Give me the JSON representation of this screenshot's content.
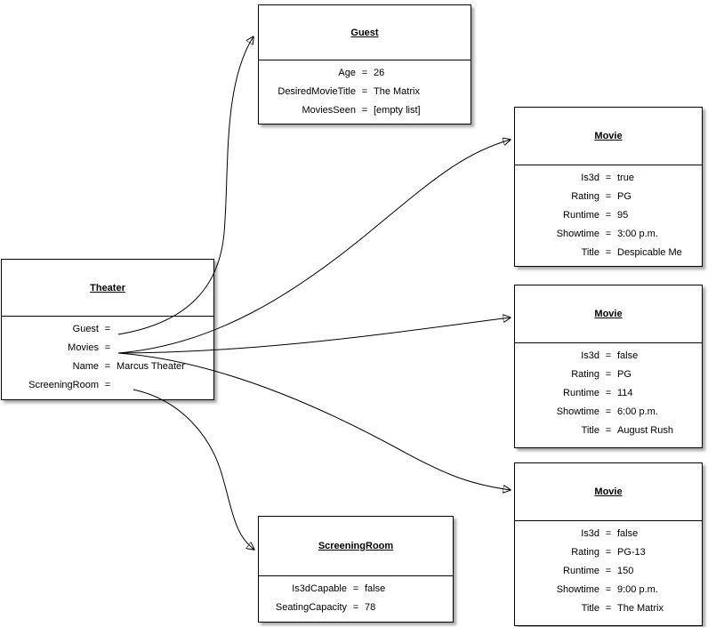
{
  "equals": "=",
  "nodes": {
    "theater": {
      "title": "Theater",
      "fields": [
        {
          "name": "Guest",
          "value": ""
        },
        {
          "name": "Movies",
          "value": ""
        },
        {
          "name": "Name",
          "value": "Marcus Theater"
        },
        {
          "name": "ScreeningRoom",
          "value": ""
        }
      ]
    },
    "guest": {
      "title": "Guest",
      "fields": [
        {
          "name": "Age",
          "value": "26"
        },
        {
          "name": "DesiredMovieTitle",
          "value": "The Matrix"
        },
        {
          "name": "MoviesSeen",
          "value": "[empty list]"
        }
      ]
    },
    "movie1": {
      "title": "Movie",
      "fields": [
        {
          "name": "Is3d",
          "value": "true"
        },
        {
          "name": "Rating",
          "value": "PG"
        },
        {
          "name": "Runtime",
          "value": "95"
        },
        {
          "name": "Showtime",
          "value": "3:00 p.m."
        },
        {
          "name": "Title",
          "value": "Despicable Me"
        }
      ]
    },
    "movie2": {
      "title": "Movie",
      "fields": [
        {
          "name": "Is3d",
          "value": "false"
        },
        {
          "name": "Rating",
          "value": "PG"
        },
        {
          "name": "Runtime",
          "value": "114"
        },
        {
          "name": "Showtime",
          "value": "6:00 p.m."
        },
        {
          "name": "Title",
          "value": "August Rush"
        }
      ]
    },
    "movie3": {
      "title": "Movie",
      "fields": [
        {
          "name": "Is3d",
          "value": "false"
        },
        {
          "name": "Rating",
          "value": "PG-13"
        },
        {
          "name": "Runtime",
          "value": "150"
        },
        {
          "name": "Showtime",
          "value": "9:00 p.m."
        },
        {
          "name": "Title",
          "value": "The Matrix"
        }
      ]
    },
    "screeningRoom": {
      "title": "ScreeningRoom",
      "fields": [
        {
          "name": "Is3dCapable",
          "value": "false"
        },
        {
          "name": "SeatingCapacity",
          "value": "78"
        }
      ]
    }
  }
}
